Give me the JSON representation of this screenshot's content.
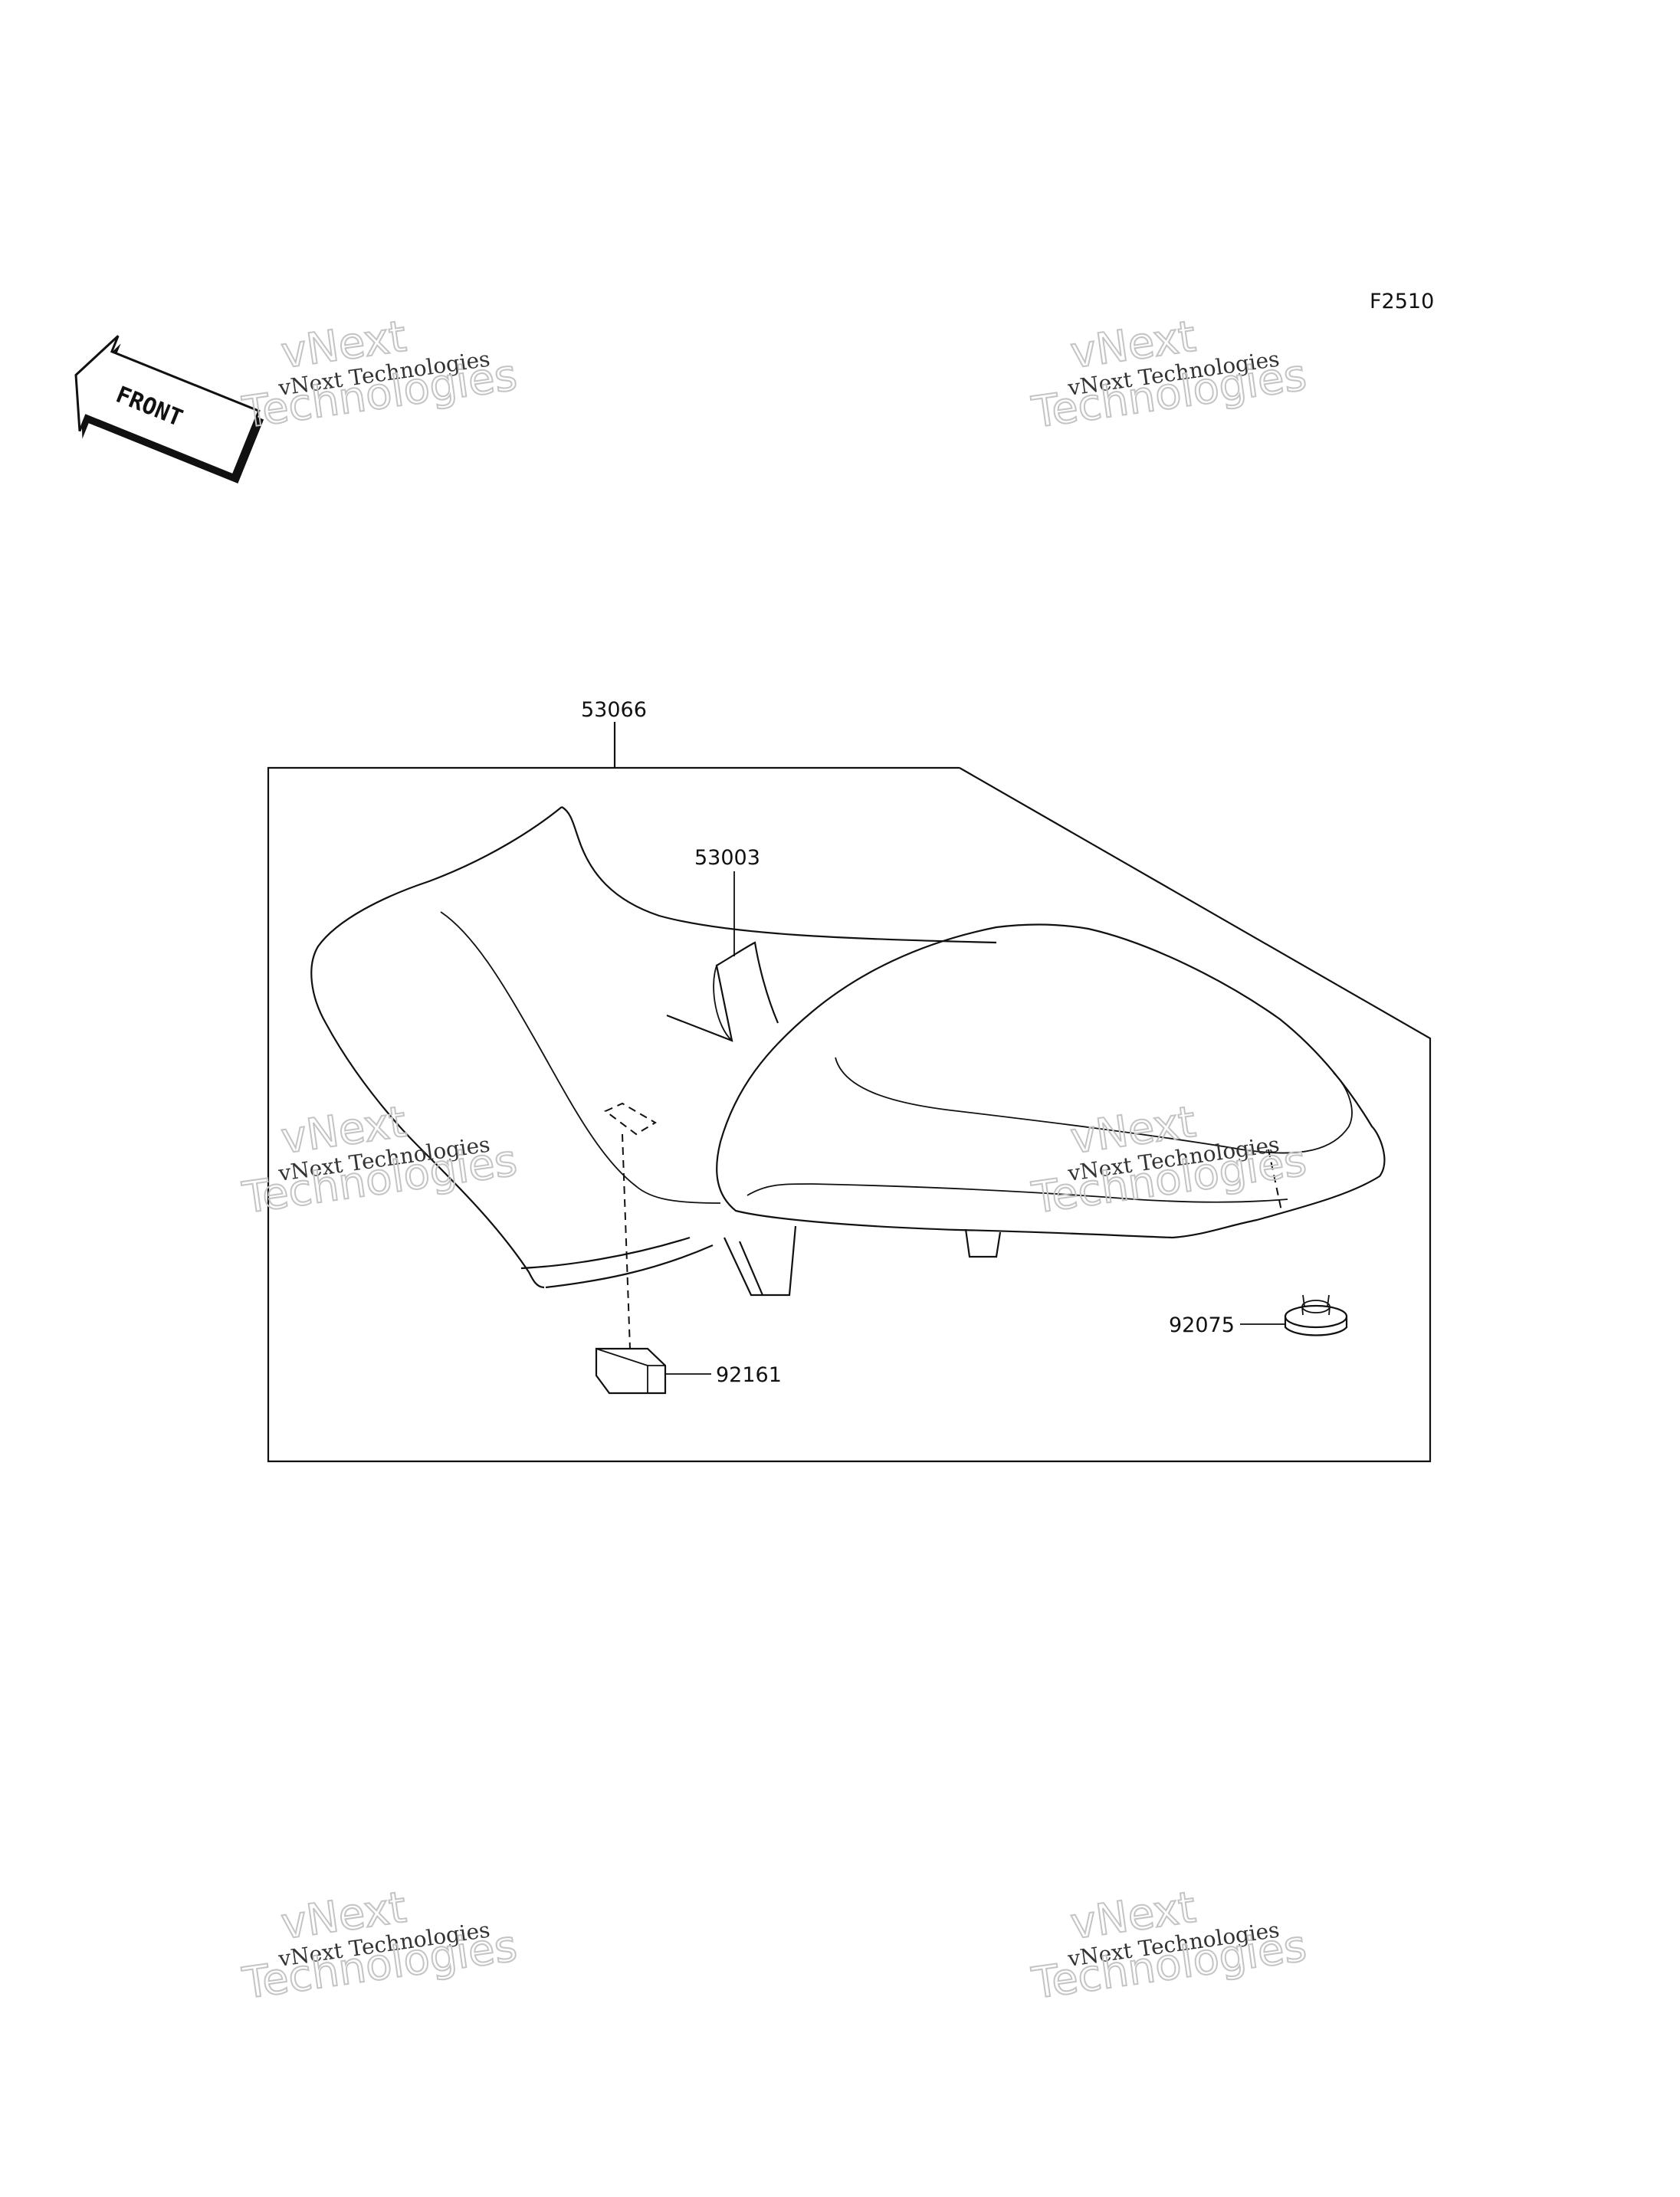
{
  "figure_code": "F2510",
  "front_label": "FRONT",
  "parts": {
    "assembly": "53066",
    "cover": "53003",
    "pad": "92161",
    "damper": "92075"
  },
  "watermark": {
    "line_small": "vNext Technologies",
    "line_big_1": "vNext",
    "line_big_2": "Technologies"
  }
}
